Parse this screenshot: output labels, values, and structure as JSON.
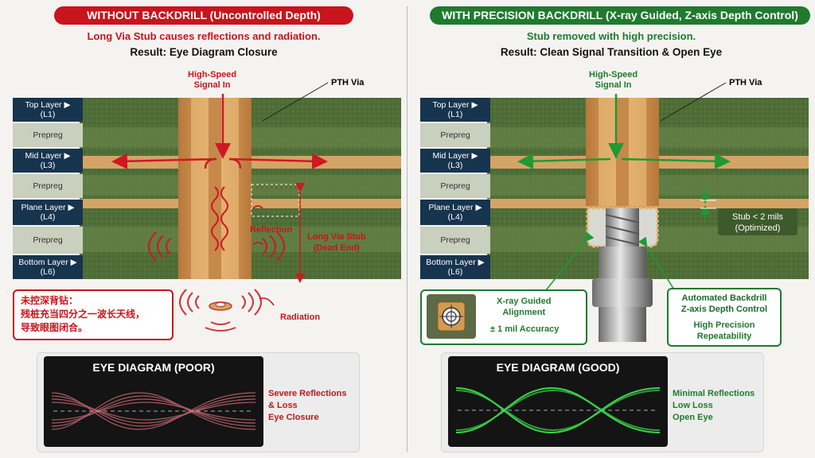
{
  "left": {
    "header": "WITHOUT BACKDRILL (Uncontrolled Depth)",
    "subtitle": "Long Via Stub causes reflections and radiation.",
    "result": "Result: Eye Diagram Closure",
    "layers": [
      {
        "name": "Top Layer",
        "code": "(L1)"
      },
      {
        "name": "Prepreg"
      },
      {
        "name": "Mid Layer",
        "code": "(L3)"
      },
      {
        "name": "Prepreg"
      },
      {
        "name": "Plane Layer",
        "code": "(L4)"
      },
      {
        "name": "Prepreg"
      },
      {
        "name": "Bottom Layer",
        "code": "(L6)"
      }
    ],
    "signal_in": [
      "High-Speed",
      "Signal In"
    ],
    "pth_via": "PTH Via",
    "reflection": "Reflection",
    "stub_label": [
      "Long Via Stub",
      "(Dead End)"
    ],
    "radiation": "Radiation",
    "chinese_note": [
      "未控深背钻：",
      "残桩充当四分之一波长天线，",
      "导致眼图闭合。"
    ],
    "eye_title": "EYE DIAGRAM (POOR)",
    "eye_notes": [
      "Severe Reflections",
      "& Loss",
      "Eye Closure"
    ]
  },
  "right": {
    "header": "WITH PRECISION BACKDRILL (X-ray Guided, Z-axis Depth Control)",
    "subtitle": "Stub removed with high precision.",
    "result": "Result: Clean Signal Transition & Open Eye",
    "layers": [
      {
        "name": "Top Layer",
        "code": "(L1)"
      },
      {
        "name": "Prepreg"
      },
      {
        "name": "Mid Layer",
        "code": "(L3)"
      },
      {
        "name": "Prepreg"
      },
      {
        "name": "Plane Layer",
        "code": "(L4)"
      },
      {
        "name": "Prepreg"
      },
      {
        "name": "Bottom Layer",
        "code": "(L6)"
      }
    ],
    "signal_in": [
      "High-Speed",
      "Signal In"
    ],
    "pth_via": "PTH Via",
    "stub_note": [
      "Stub < 2 mils",
      "(Optimized)"
    ],
    "xray": [
      "X-ray Guided",
      "Alignment"
    ],
    "accuracy": "± 1 mil Accuracy",
    "auto_backdrill": [
      "Automated Backdrill",
      "Z-axis Depth Control"
    ],
    "precision": [
      "High Precision",
      "Repeatability"
    ],
    "eye_title": "EYE DIAGRAM (GOOD)",
    "eye_notes": [
      "Minimal Reflections",
      "Low Loss",
      "Open Eye"
    ]
  },
  "colors": {
    "bad": "#c8141c",
    "good": "#1f7a2e",
    "board": "#4d6a36",
    "copper": "#d59a52",
    "layer_label": "#17344f"
  },
  "icons": {
    "arrow": "triangle-right-icon",
    "crosshair": "crosshair-icon",
    "drill": "drill-bit-icon"
  }
}
